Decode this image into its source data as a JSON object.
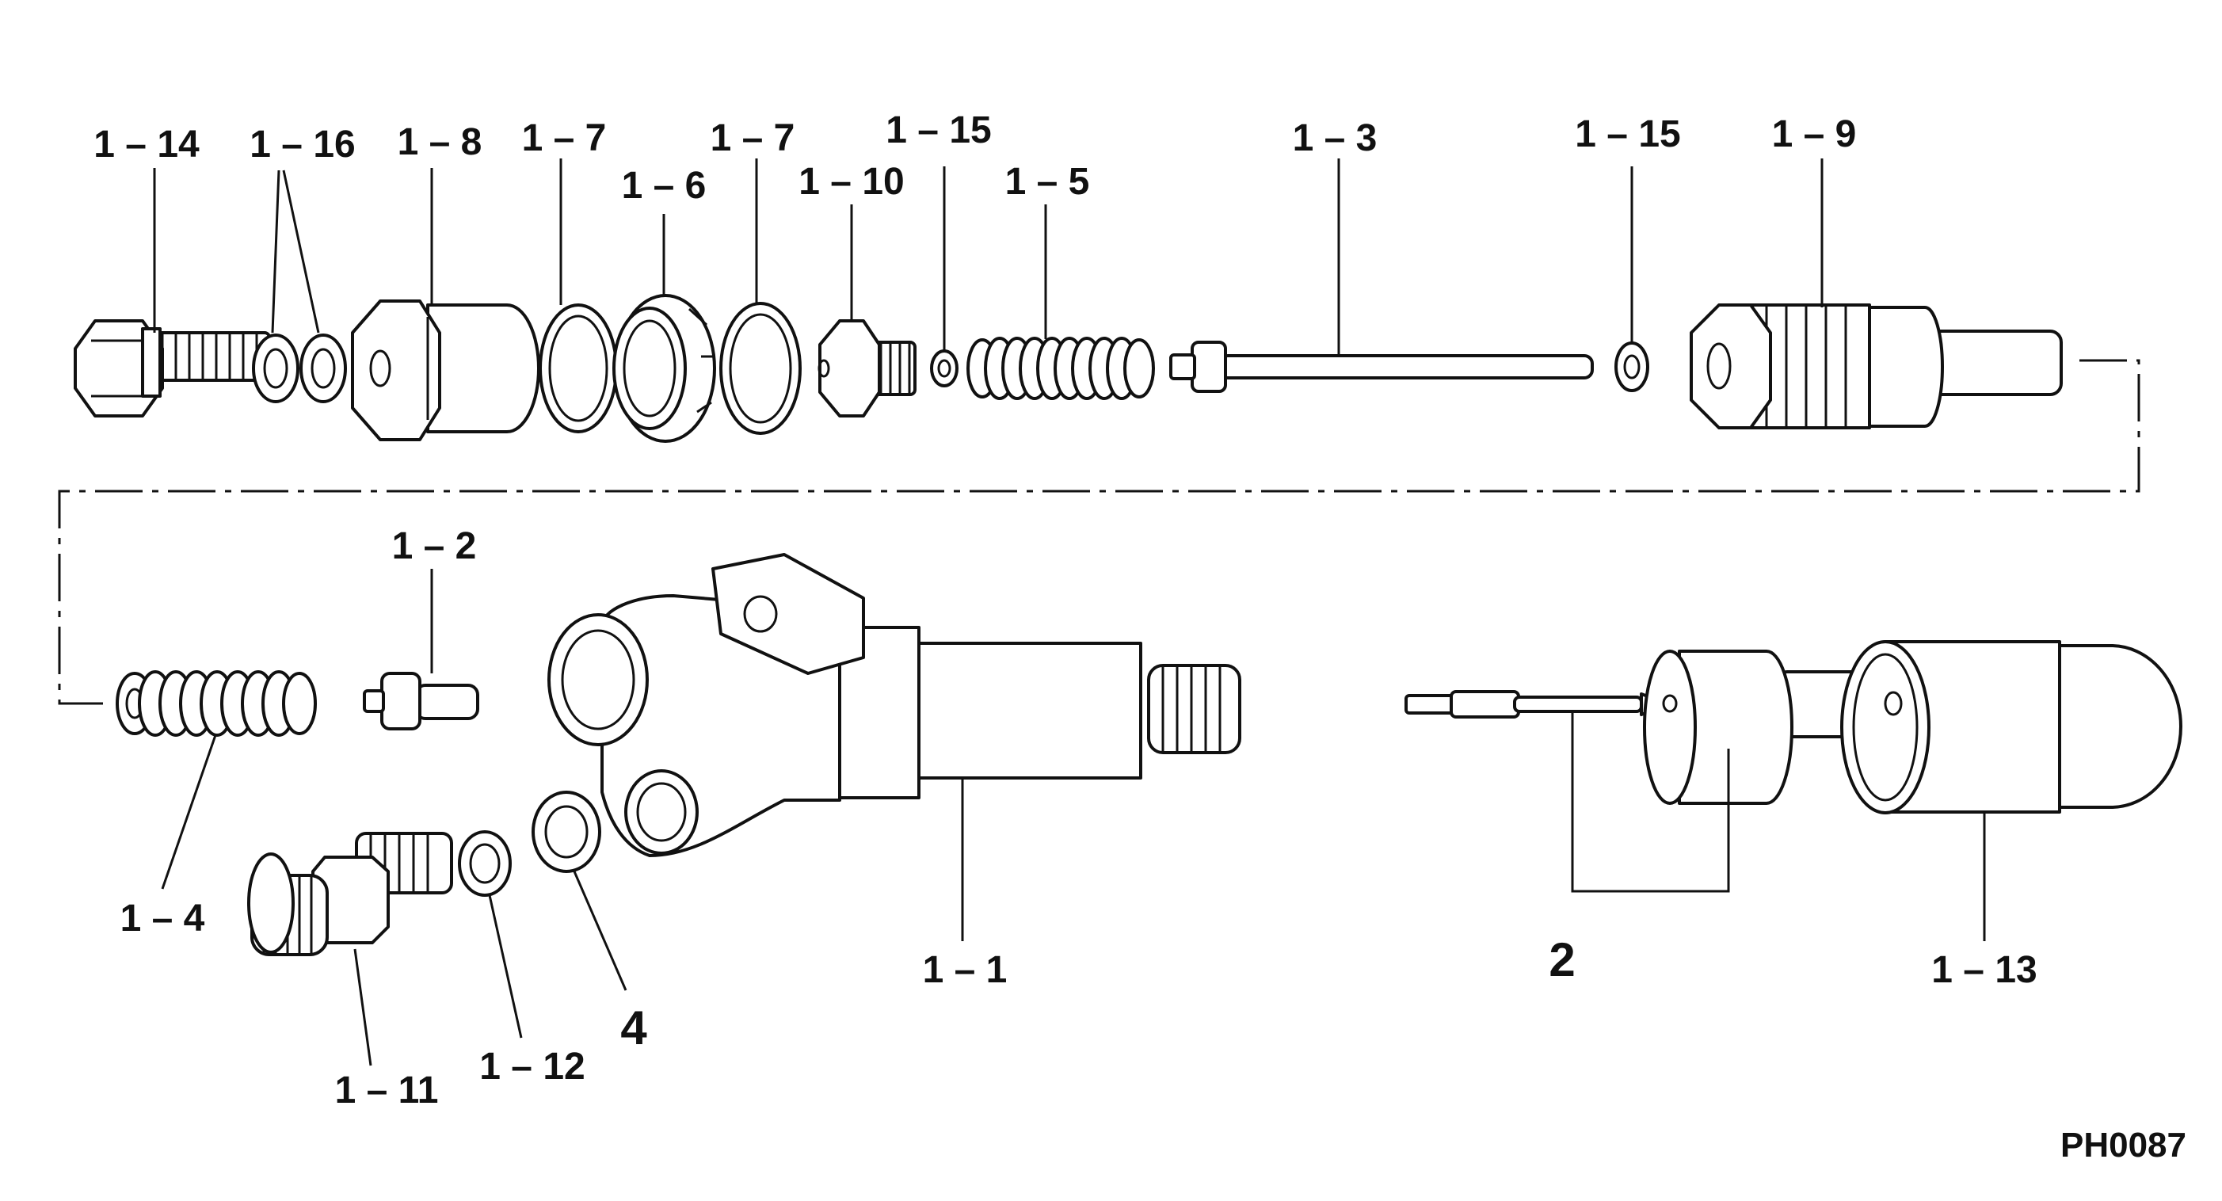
{
  "diagram": {
    "code": "PH0087",
    "labels": {
      "l_1_14": "1 – 14",
      "l_1_16": "1 – 16",
      "l_1_8": "1 – 8",
      "l_1_7a": "1 – 7",
      "l_1_7b": "1 – 7",
      "l_1_6": "1 – 6",
      "l_1_15a": "1 – 15",
      "l_1_10": "1 – 10",
      "l_1_5": "1 – 5",
      "l_1_3": "1 – 3",
      "l_1_15b": "1 – 15",
      "l_1_9": "1 – 9",
      "l_1_2": "1 – 2",
      "l_1_4": "1 – 4",
      "l_1_11": "1 – 11",
      "l_1_12": "1 – 12",
      "l_4": "4",
      "l_1_1": "1 – 1",
      "l_2": "2",
      "l_1_13": "1 – 13"
    }
  }
}
